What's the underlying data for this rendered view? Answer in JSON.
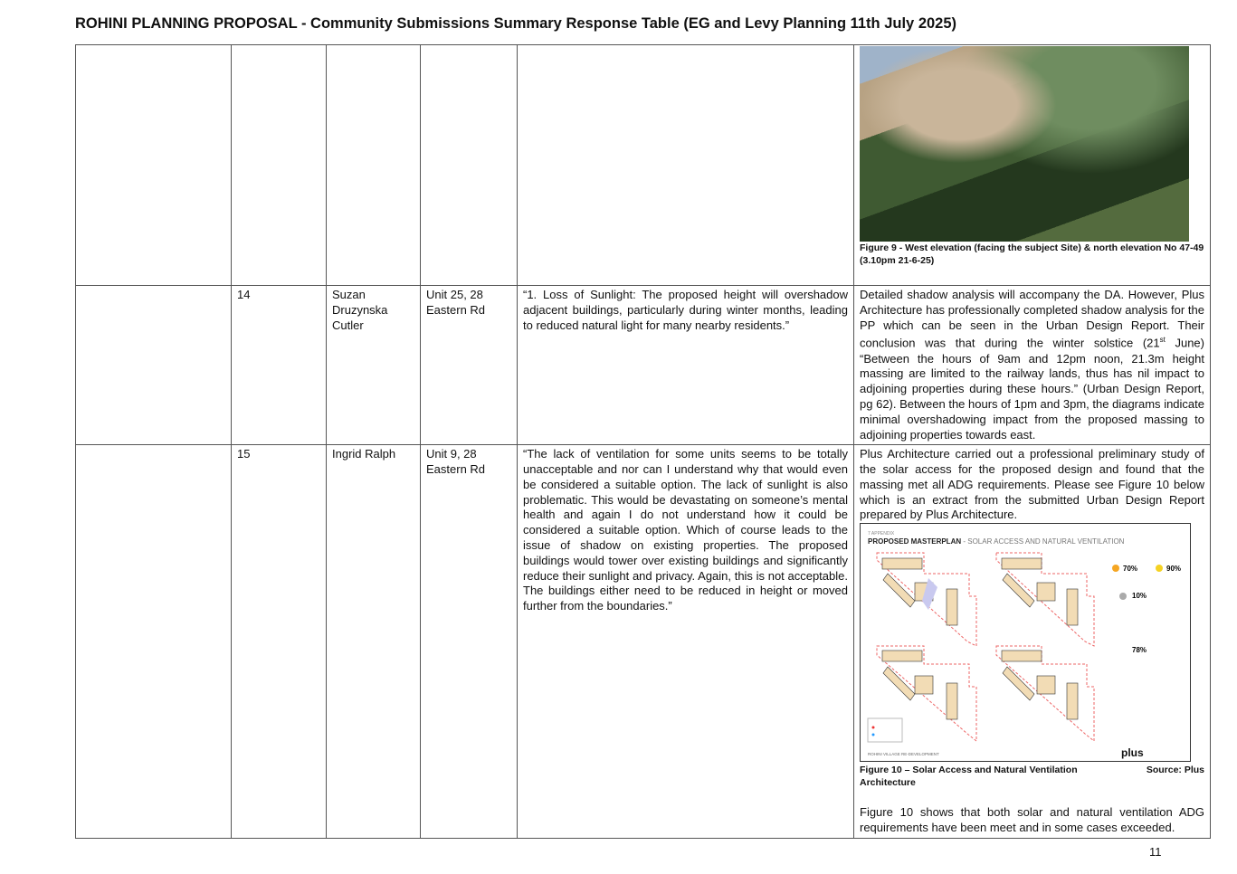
{
  "title": "ROHINI PLANNING PROPOSAL  - Community Submissions  Summary Response Table (EG and Levy Planning 11th July 2025)",
  "figure9_caption": "Figure 9 - West elevation (facing the subject Site) & north elevation No 47-49 (3.10pm 21-6-25)",
  "rows": [
    {
      "no": "14",
      "name": "Suzan Druzynska Cutler",
      "address": "Unit 25, 28 Eastern Rd",
      "submission": "“1. Loss of Sunlight: The proposed height will overshadow adjacent buildings, particularly during winter months, leading to reduced natural light for many nearby residents.”",
      "response_a": "Detailed shadow analysis will accompany the DA. However, Plus Architecture has professionally completed shadow analysis for the PP which can be seen in the Urban Design Report. Their conclusion was that during the winter solstice (21",
      "response_sup": "st",
      "response_b": " June) “Between the hours of 9am and 12pm noon, 21.3m height massing are limited to the railway lands, thus has nil impact to adjoining properties during these hours.” (Urban Design Report, pg 62).  Between the hours of 1pm and 3pm, the diagrams indicate minimal overshadowing impact from the proposed massing to adjoining properties towards east."
    },
    {
      "no": "15",
      "name": "Ingrid Ralph",
      "address": "Unit 9, 28 Eastern Rd",
      "submission": "“The lack of ventilation for some units seems to be totally unacceptable and nor can I understand why that would even be considered a suitable option. The lack of sunlight is also problematic. This would be devastating on someone’s mental health and again I do not understand how it could be considered a suitable option. Which of course leads to the issue of shadow on existing properties. The proposed buildings would tower over existing buildings and significantly reduce their sunlight and privacy. Again, this is not acceptable. The buildings either need to be reduced in height or moved further from the boundaries.”",
      "response": "Plus Architecture carried out a professional preliminary study of the solar access for the proposed design and found that the massing met all ADG requirements. Please see Figure 10 below which is an extract from the submitted Urban Design Report prepared by Plus Architecture.",
      "figure10_caption": "Figure 10 – Solar Access and Natural Ventilation",
      "figure10_source": "Source: Plus",
      "figure10_caption2": "Architecture",
      "response_after": "Figure 10 shows that both solar and natural ventilation ADG requirements have been meet and in some cases exceeded."
    }
  ],
  "figure10": {
    "heading": "PROPOSED MASTERPLAN",
    "subheading": " - SOLAR ACCESS AND NATURAL VENTILATION",
    "appendix": "7 APPENDIX",
    "stat1": "70%",
    "stat2": "90%",
    "stat3": "10%",
    "stat4": "78%",
    "footer": "ROHINI VILLAGE RE-DEVELOPMENT",
    "logo": "plus"
  },
  "page_number": "11"
}
